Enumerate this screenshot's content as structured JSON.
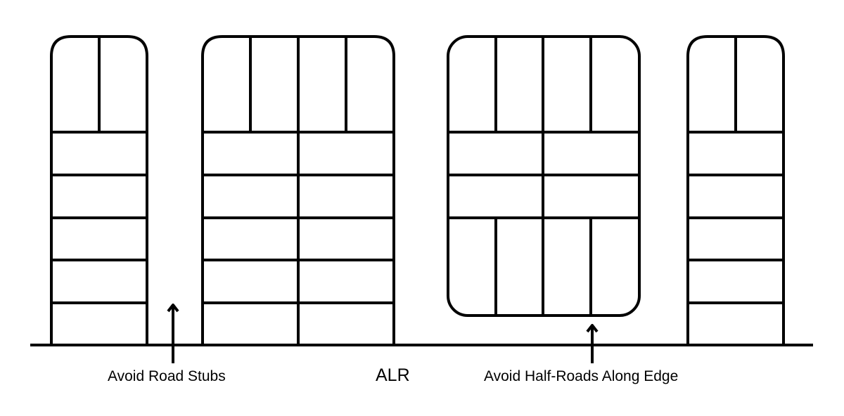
{
  "labels": {
    "road_stubs": "Avoid Road Stubs",
    "alr": "ALR",
    "half_roads": "Avoid Half-Roads Along Edge"
  },
  "colors": {
    "line": "#000000",
    "background": "#ffffff"
  }
}
